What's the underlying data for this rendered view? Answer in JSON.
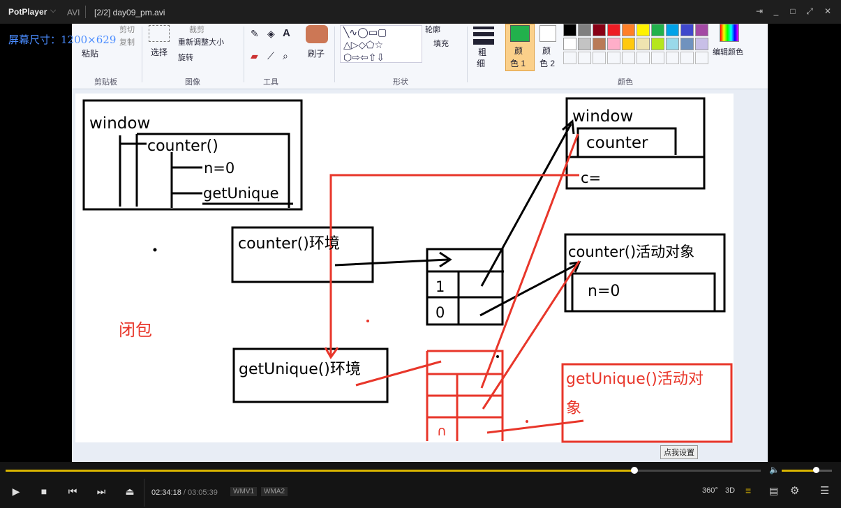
{
  "player": {
    "app_name": "PotPlayer",
    "format": "AVI",
    "title": "[2/2] day09_pm.avi",
    "current_time": "02:34:18",
    "time_separator": "/",
    "total_time": "03:05:39",
    "video_codec": "WMV1",
    "audio_codec": "WMA2",
    "progress_fraction": 0.833,
    "volume_fraction": 0.68,
    "badge_360": "360°",
    "badge_3d": "3D",
    "accent_color": "#d8b400"
  },
  "overlay_text": "屏幕尺寸：1200×629",
  "paint_ribbon": {
    "clipboard": {
      "paste": "粘贴",
      "cut": "剪切",
      "copy": "复制",
      "group": "剪贴板"
    },
    "image": {
      "select": "选择",
      "crop": "裁剪",
      "resize": "重新调整大小",
      "rotate": "旋转",
      "group": "图像"
    },
    "tools": {
      "group": "工具"
    },
    "brush": {
      "label": "刷子"
    },
    "shapes": {
      "outline": "轮廓",
      "fill": "填充",
      "group": "形状"
    },
    "size": {
      "label_line1": "粗",
      "label_line2": "细"
    },
    "color1": {
      "line1": "颜",
      "line2": "色 1"
    },
    "color2": {
      "line1": "颜",
      "line2": "色 2"
    },
    "edit_colors": "编辑颜色",
    "colors_group": "颜色",
    "palette": [
      "#000000",
      "#7f7f7f",
      "#880015",
      "#ed1c24",
      "#ff7f27",
      "#fff200",
      "#22b14c",
      "#00a2e8",
      "#3f48cc",
      "#a349a4",
      "#ffffff",
      "#c3c3c3",
      "#b97a57",
      "#ffaec9",
      "#ffc90e",
      "#efe4b0",
      "#b5e61d",
      "#99d9ea",
      "#7092be",
      "#c8bfe7"
    ]
  },
  "drawing": {
    "window_top_left": "window",
    "counter_call": "counter()",
    "n_eq_0": "n=0",
    "getUnique": "getUnique",
    "counter_env": "counter()环境",
    "getunique_env": "getUnique()环境",
    "closure": "闭包",
    "row_1": "1",
    "row_0": "0",
    "red_row": "∩",
    "window_right": "window",
    "counter_field": "counter",
    "c_field": "c=",
    "counter_ao": "counter()活动对象",
    "n_field": "n=0",
    "getunique_ao_line1": "getUnique()活动对",
    "getunique_ao_line2": "象"
  },
  "tooltip": "点我设置"
}
